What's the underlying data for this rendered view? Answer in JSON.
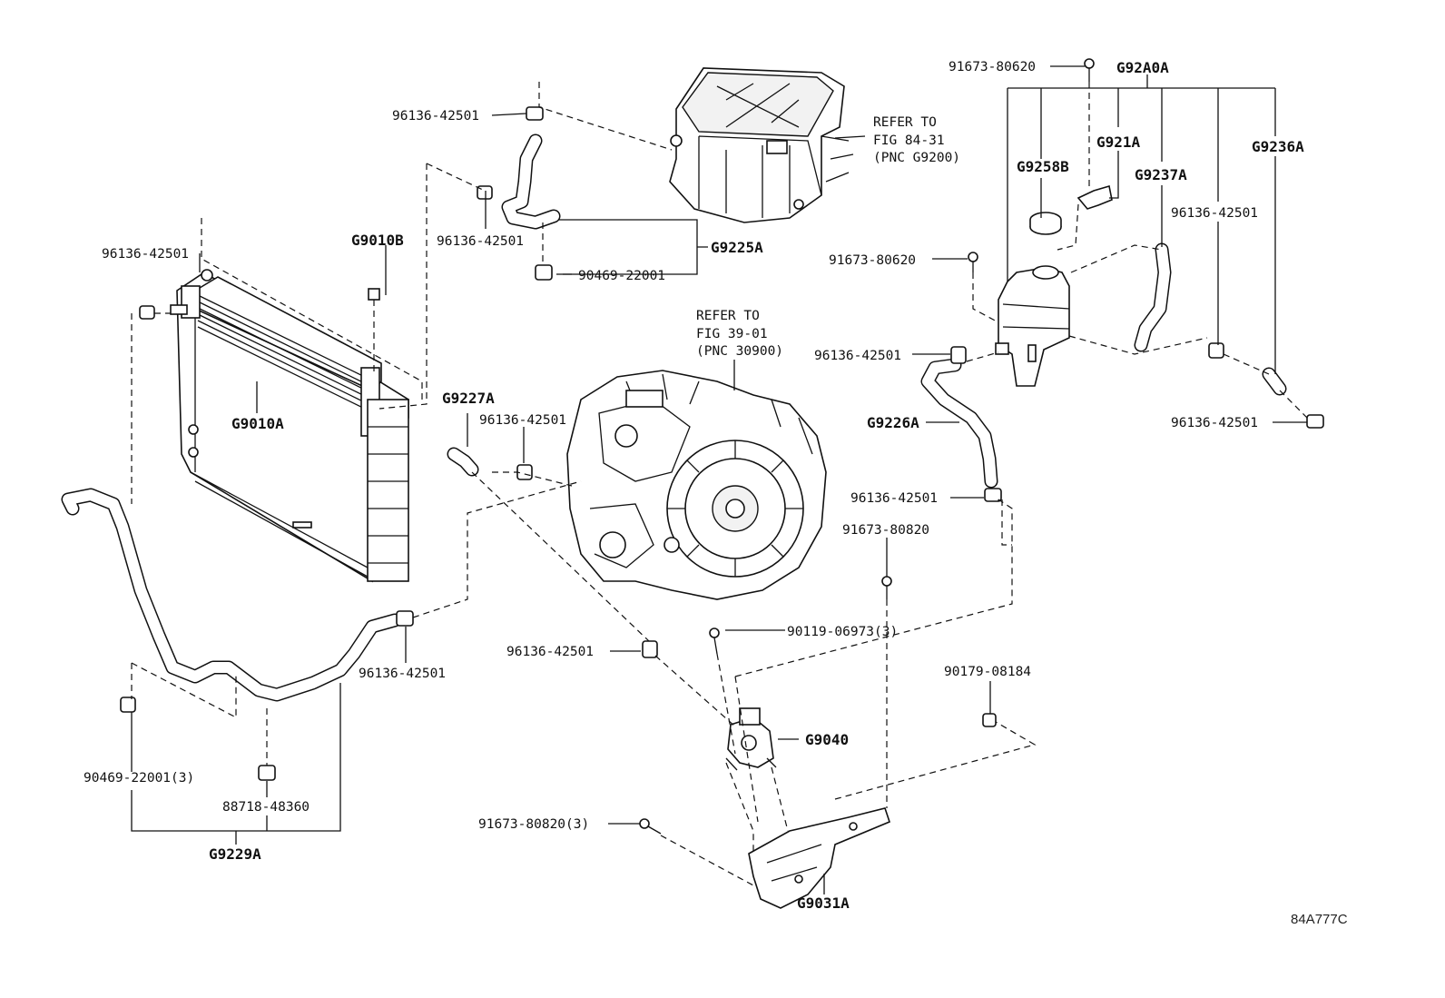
{
  "labels": {
    "g92a0a": "G92A0A",
    "p9167380620_top": "91673-80620",
    "g921a": "G921A",
    "g9236a": "G9236A",
    "g9258b": "G9258B",
    "g9237a": "G9237A",
    "p9613642501_r1": "96136-42501",
    "p9167380620_mid": "91673-80620",
    "p9613642501_tank": "96136-42501",
    "g9226a": "G9226A",
    "p9613642501_r2": "96136-42501",
    "p9613642501_g9226": "96136-42501",
    "p9167380820": "91673-80820",
    "refer_inverter": [
      "REFER TO",
      "FIG 84-31",
      "(PNC G9200)"
    ],
    "refer_transaxle": [
      "REFER TO",
      "FIG 39-01",
      "(PNC 30900)"
    ],
    "p9613642501_top": "96136-42501",
    "p9613642501_hose": "96136-42501",
    "g9225a": "G9225A",
    "p9046922001": "90469-22001",
    "g9010b": "G9010B",
    "p9613642501_rad": "96136-42501",
    "g9010a": "G9010A",
    "g9227a": "G9227A",
    "p9613642501_g9227": "96136-42501",
    "p9613642501_lower": "96136-42501",
    "p9613642501_pump": "96136-42501",
    "p9011906973": "90119-06973(3)",
    "p9017908184": "90179-08184",
    "g9040": "G9040",
    "p9046922001_3": "90469-22001(3)",
    "p8871848360": "88718-48360",
    "g9229a": "G9229A",
    "p9167380820_3": "91673-80820(3)",
    "g9031a": "G9031A",
    "figure_code": "84A777C"
  },
  "icons": [
    "radiator",
    "inverter",
    "transaxle",
    "reserve-tank",
    "water-pump",
    "bracket",
    "hose-clamp",
    "bolt",
    "hose"
  ]
}
